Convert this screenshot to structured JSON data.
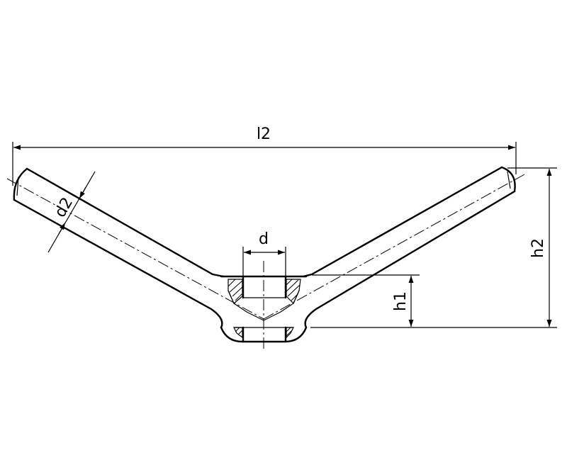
{
  "dimensions": {
    "overall_length": "l2",
    "arm_diameter": "d2",
    "bore_diameter": "d",
    "hub_height": "h1",
    "total_height": "h2"
  },
  "colors": {
    "ink": "#000000",
    "background": "#ffffff"
  }
}
